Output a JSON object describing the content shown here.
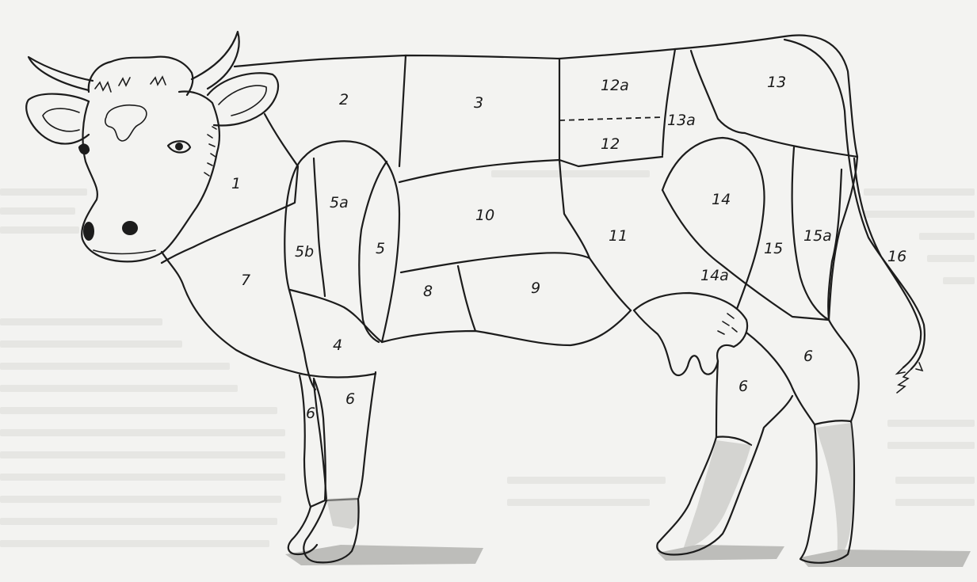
{
  "diagram": {
    "cuts": [
      {
        "id": "c1",
        "label": "1"
      },
      {
        "id": "c2",
        "label": "2"
      },
      {
        "id": "c3",
        "label": "3"
      },
      {
        "id": "c12a",
        "label": "12a"
      },
      {
        "id": "c13",
        "label": "13"
      },
      {
        "id": "c13a",
        "label": "13a"
      },
      {
        "id": "c12",
        "label": "12"
      },
      {
        "id": "c5a",
        "label": "5a"
      },
      {
        "id": "c10",
        "label": "10"
      },
      {
        "id": "c14",
        "label": "14"
      },
      {
        "id": "c11",
        "label": "11"
      },
      {
        "id": "c5b",
        "label": "5b"
      },
      {
        "id": "c5",
        "label": "5"
      },
      {
        "id": "c15",
        "label": "15"
      },
      {
        "id": "c15a",
        "label": "15a"
      },
      {
        "id": "c16",
        "label": "16"
      },
      {
        "id": "c7",
        "label": "7"
      },
      {
        "id": "c14a",
        "label": "14a"
      },
      {
        "id": "c8",
        "label": "8"
      },
      {
        "id": "c9",
        "label": "9"
      },
      {
        "id": "c4",
        "label": "4"
      },
      {
        "id": "c6-front-right",
        "label": "6"
      },
      {
        "id": "c6-front-left",
        "label": "6"
      },
      {
        "id": "c6-rear-right",
        "label": "6"
      },
      {
        "id": "c6-rear-left",
        "label": "6"
      }
    ]
  },
  "colors": {
    "ink": "#1c1c1c",
    "paper": "#f3f3f1"
  }
}
